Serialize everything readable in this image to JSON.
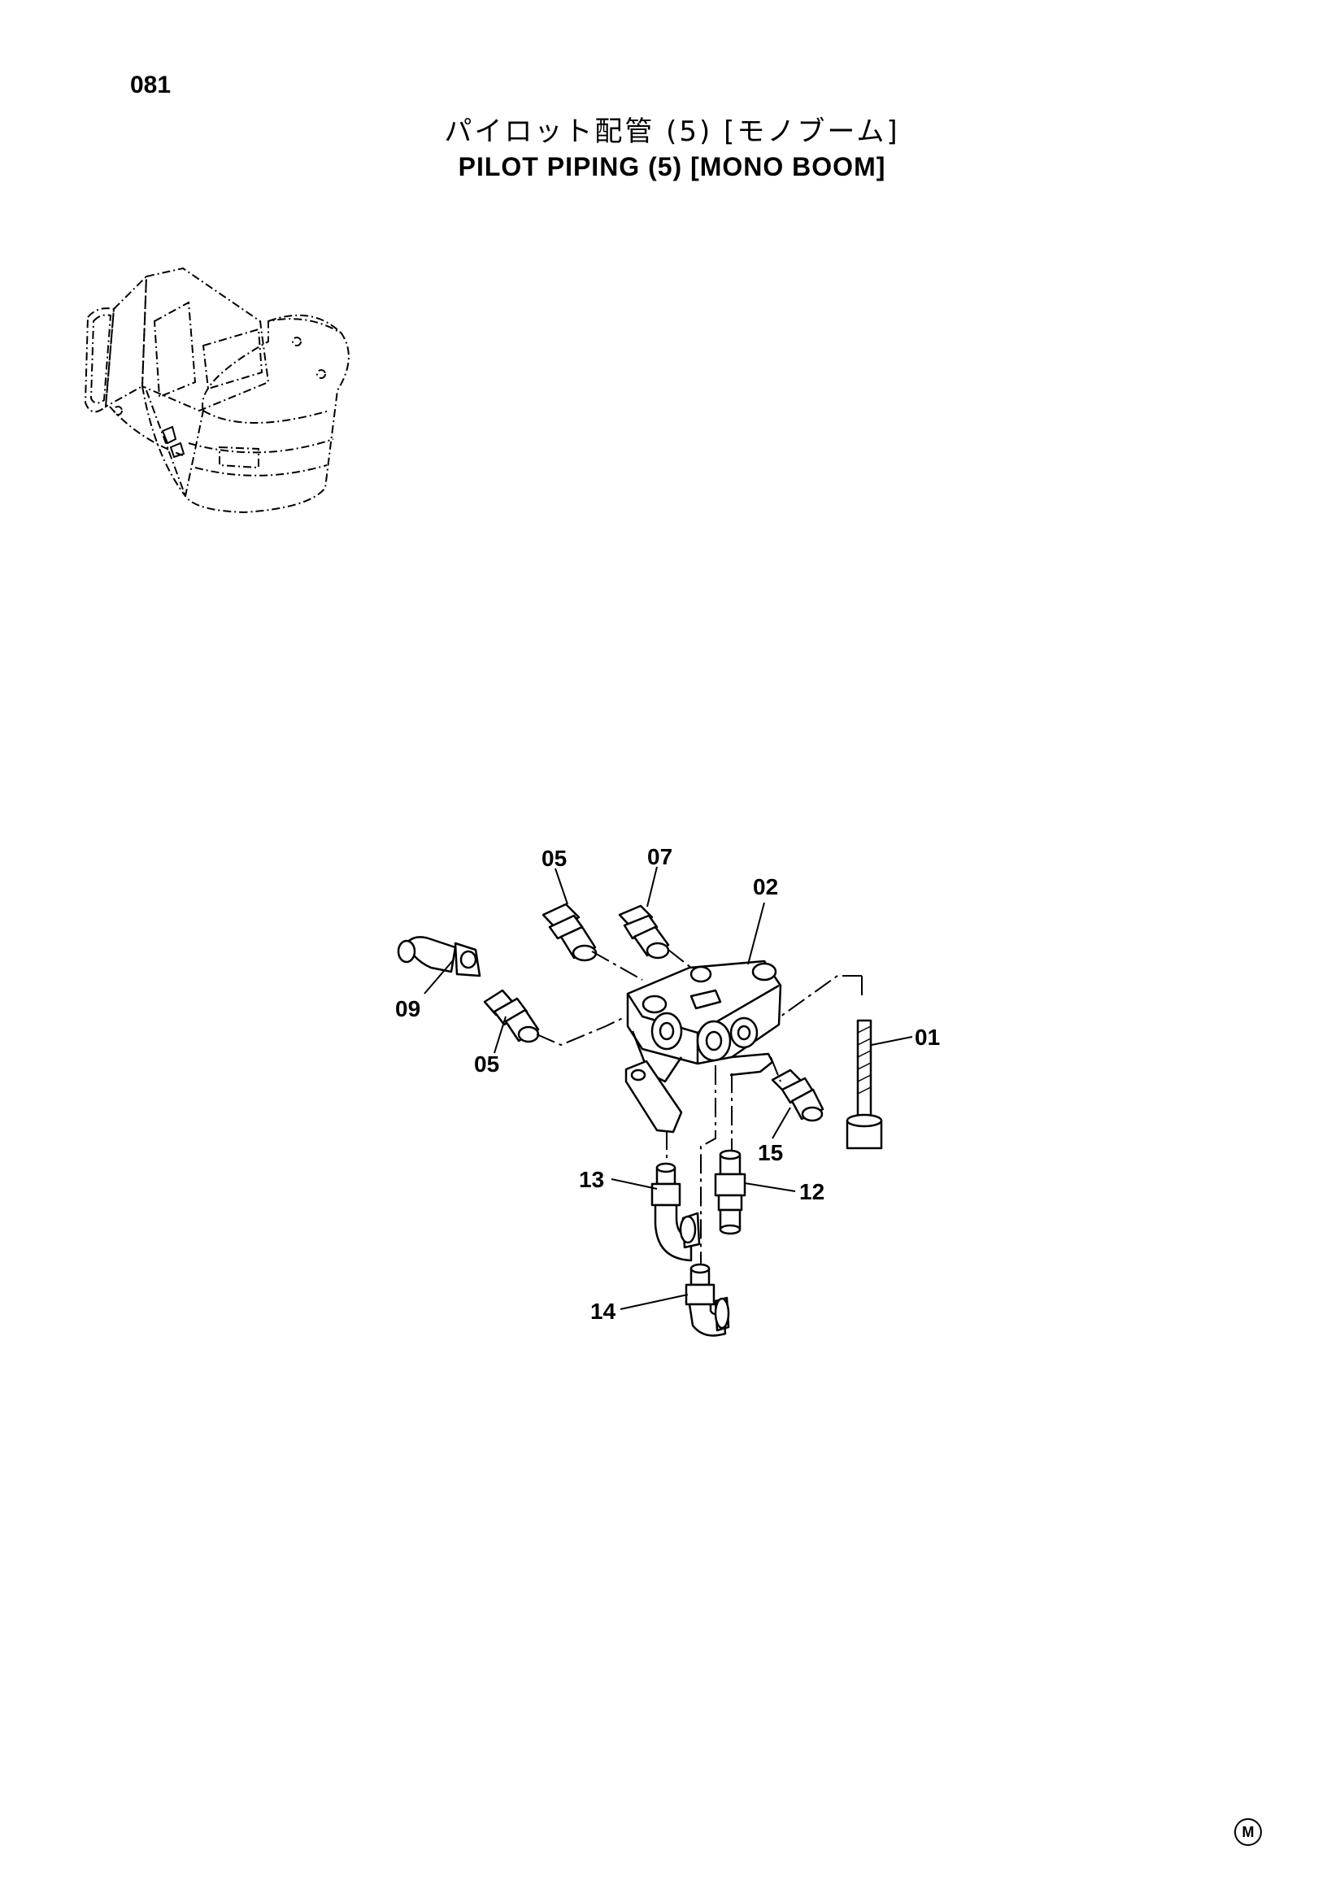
{
  "page_number": "081",
  "title": {
    "japanese": "パイロット配管 (5) [モノブーム]",
    "english": "PILOT PIPING (5) [MONO BOOM]"
  },
  "callouts": [
    {
      "id": "c05a",
      "label": "05"
    },
    {
      "id": "c07",
      "label": "07"
    },
    {
      "id": "c02",
      "label": "02"
    },
    {
      "id": "c09",
      "label": "09"
    },
    {
      "id": "c05b",
      "label": "05"
    },
    {
      "id": "c01",
      "label": "01"
    },
    {
      "id": "c15",
      "label": "15"
    },
    {
      "id": "c13",
      "label": "13"
    },
    {
      "id": "c12",
      "label": "12"
    },
    {
      "id": "c14",
      "label": "14"
    }
  ],
  "corner_mark": "M",
  "icons": [
    "excavator-cab-illustration",
    "pilot-valve-exploded-drawing"
  ]
}
